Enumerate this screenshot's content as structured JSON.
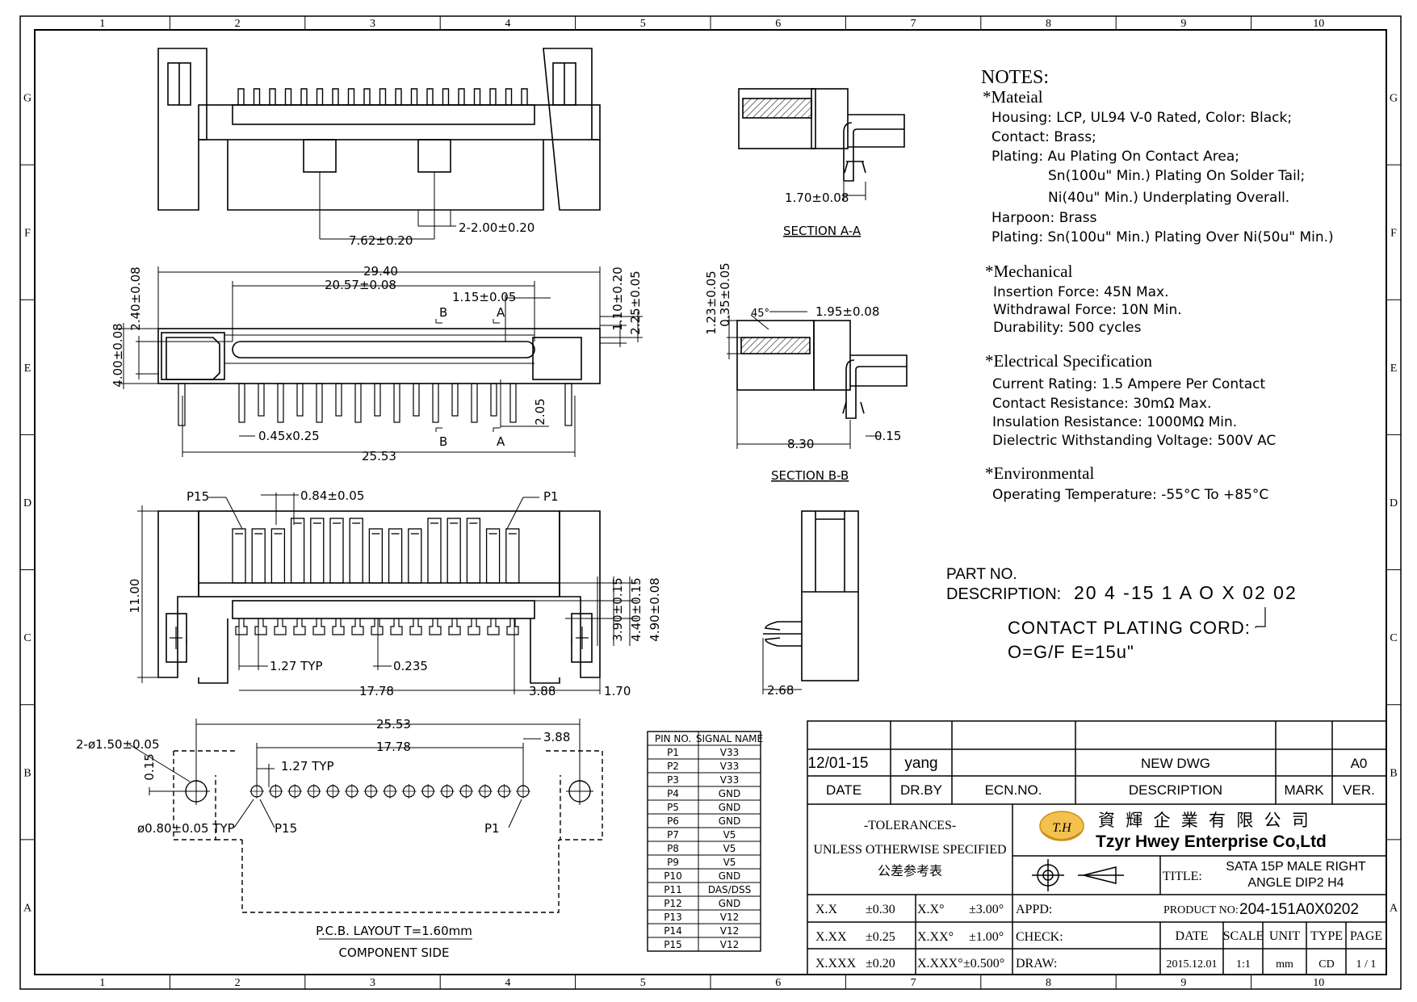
{
  "border": {
    "cols": [
      "1",
      "2",
      "3",
      "4",
      "5",
      "6",
      "7",
      "8",
      "9",
      "10"
    ],
    "rows": [
      "G",
      "F",
      "E",
      "D",
      "C",
      "B",
      "A"
    ]
  },
  "notes": {
    "title": "NOTES:",
    "material": {
      "heading": "*Mateial",
      "lines": [
        "Housing: LCP, UL94 V-0 Rated, Color: Black;",
        "Contact: Brass;",
        "Plating: Au Plating On Contact Area;",
        "Sn(100u\" Min.) Plating On Solder Tail;",
        "Ni(40u\" Min.) Underplating Overall.",
        "Harpoon: Brass",
        "Plating: Sn(100u\" Min.) Plating Over Ni(50u\" Min.)"
      ]
    },
    "mechanical": {
      "heading": "*Mechanical",
      "lines": [
        "Insertion Force: 45N Max.",
        "Withdrawal Force: 10N Min.",
        "Durability: 500 cycles"
      ]
    },
    "electrical": {
      "heading": "*Electrical Specification",
      "lines": [
        "Current Rating: 1.5 Ampere Per Contact",
        "Contact Resistance: 30mΩ Max.",
        "Insulation Resistance: 1000MΩ Min.",
        "Dielectric Withstanding Voltage: 500V AC"
      ]
    },
    "environmental": {
      "heading": "*Environmental",
      "lines": [
        "Operating Temperature: -55°C To +85°C"
      ]
    }
  },
  "part_no": {
    "label1": "PART NO.",
    "label2": "DESCRIPTION:",
    "code": "20 4 -15 1 A O X 02 02",
    "plating_label": "CONTACT PLATING CORD:",
    "plating_values": "O=G/F   E=15u\""
  },
  "dims": {
    "d762": "7.62±0.20",
    "d2x200": "2-2.00±0.20",
    "d2940": "29.40",
    "d2057": "20.57±0.08",
    "d115": "1.15±0.05",
    "d400": "4.00±0.08",
    "d240": "2.40±0.08",
    "d110": "1.10±0.20",
    "d225": "2.25±0.05",
    "d045": "0.45x0.25",
    "d2553a": "25.53",
    "d205": "2.05",
    "secB": "B",
    "secA": "A",
    "d170s": "1.70±0.08",
    "sectionAA": "SECTION A-A",
    "d123": "1.23±0.05",
    "d035": "0.35±0.05",
    "d45": "45°",
    "d195": "1.95±0.08",
    "d830": "8.30",
    "d015s": "0.15",
    "sectionBB": "SECTION B-B",
    "p15": "P15",
    "p1": "P1",
    "d084": "0.84±0.05",
    "d1100": "11.00",
    "d390": "3.90±0.15",
    "d440": "4.40±0.15",
    "d490": "4.90±0.08",
    "d127typ": "1.27 TYP",
    "d0235": "0.235",
    "d1778": "17.78",
    "d388": "3.88",
    "d170": "1.70",
    "d268": "2.68",
    "pcb2553": "25.53",
    "pcb1778": "17.78",
    "pcb388": "3.88",
    "pcb150": "2-ø1.50±0.05",
    "pcb015": "0.15",
    "pcb127": "1.27 TYP",
    "pcb080": "ø0.80±0.05 TYP",
    "pcbp15": "P15",
    "pcbp1": "P1",
    "pcbtitle": "P.C.B. LAYOUT T=1.60mm",
    "pcbside": "COMPONENT SIDE"
  },
  "pin_table": {
    "headers": [
      "PIN NO.",
      "SIGNAL NAME"
    ],
    "rows": [
      [
        "P1",
        "V33"
      ],
      [
        "P2",
        "V33"
      ],
      [
        "P3",
        "V33"
      ],
      [
        "P4",
        "GND"
      ],
      [
        "P5",
        "GND"
      ],
      [
        "P6",
        "GND"
      ],
      [
        "P7",
        "V5"
      ],
      [
        "P8",
        "V5"
      ],
      [
        "P9",
        "V5"
      ],
      [
        "P10",
        "GND"
      ],
      [
        "P11",
        "DAS/DSS"
      ],
      [
        "P12",
        "GND"
      ],
      [
        "P13",
        "V12"
      ],
      [
        "P14",
        "V12"
      ],
      [
        "P15",
        "V12"
      ]
    ]
  },
  "title_block": {
    "rev_date": "12/01-15",
    "rev_drby": "yang",
    "rev_desc": "NEW DWG",
    "rev_ver": "A0",
    "h_date": "DATE",
    "h_drby": "DR.BY",
    "h_ecn": "ECN.NO.",
    "h_desc": "DESCRIPTION",
    "h_mark": "MARK",
    "h_ver": "VER.",
    "tol1": "-TOLERANCES-",
    "tol2": "UNLESS OTHERWISE SPECIFIED",
    "tol3": "公差参考表",
    "logo_mark": "T.H",
    "company_cn": "資 輝 企 業 有 限 公 司",
    "company_en": "Tzyr Hwey Enterprise Co,Ltd",
    "title_label": "TITLE:",
    "title_line1": "SATA 15P MALE RIGHT",
    "title_line2": "ANGLE DIP2 H4",
    "tol_rows": [
      [
        "X.X",
        "±0.30",
        "X.X°",
        "±3.00°"
      ],
      [
        "X.XX",
        "±0.25",
        "X.XX°",
        "±1.00°"
      ],
      [
        "X.XXX",
        "±0.20",
        "X.XXX°",
        "±0.500°"
      ]
    ],
    "appd": "APPD:",
    "check": "CHECK:",
    "draw": "DRAW:",
    "product_label": "PRODUCT NO:",
    "product_no": "204-151A0X0202",
    "f_date": "DATE",
    "f_scale": "SCALE",
    "f_unit": "UNIT",
    "f_type": "TYPE",
    "f_page": "PAGE",
    "v_date": "2015.12.01",
    "v_scale": "1:1",
    "v_unit": "mm",
    "v_type": "CD",
    "v_page": "1 / 1"
  }
}
